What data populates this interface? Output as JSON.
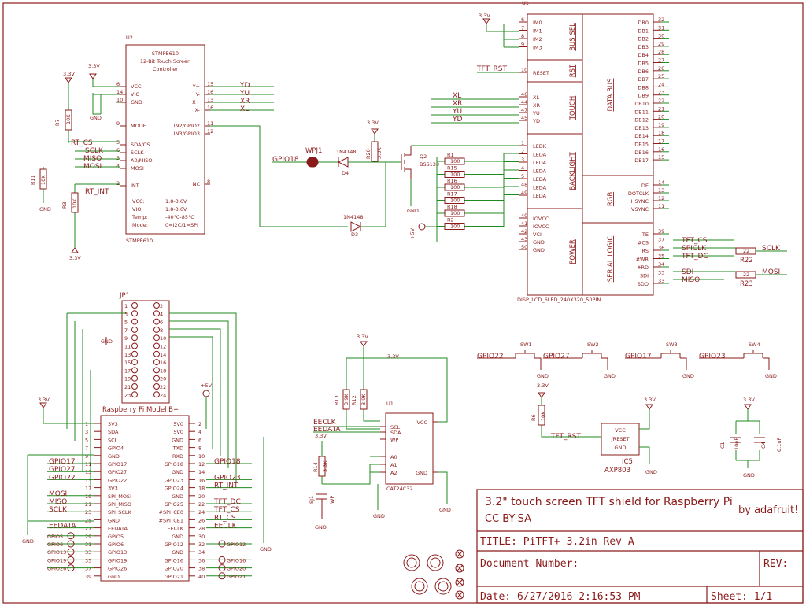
{
  "title_block": {
    "description_line1": "3.2\" touch screen TFT shield for Raspberry Pi",
    "description_line2": "CC BY-SA",
    "author": "by adafruit!",
    "title": "TITLE:  PiTFT+ 3.2in Rev A",
    "doc_number": "Document Number:",
    "rev": "REV:",
    "date": "Date: 6/27/2016 2:16:53 PM",
    "sheet": "Sheet: 1/1"
  },
  "u2": {
    "ref": "U2",
    "part": "STMPE610",
    "desc1": "12-Bit Touch Screen",
    "desc2": "Controller",
    "footer": "STMPE610",
    "pins_left": [
      "VCC",
      "VIO",
      "GND",
      "MODE",
      "SDA/CS",
      "SCLK",
      "A0/MISO",
      "MOSI",
      "INT"
    ],
    "pins_right": [
      "Y+",
      "Y-",
      "X+",
      "X-",
      "IN2/GPIO2",
      "IN3/GPIO3",
      "NC"
    ],
    "specs": [
      [
        "VCC:",
        "1.8-3.6V"
      ],
      [
        "VIO:",
        "1.8-3.6V"
      ],
      [
        "Temp:",
        "-40°C-85°C"
      ],
      [
        "Mode:",
        "0=I2C/1=SPI"
      ]
    ]
  },
  "u1": {
    "ref": "U1",
    "footer": "DISP_LCD_6LED_240X320_50PIN",
    "groups": [
      "BUS SEL",
      "RST",
      "TOUCH",
      "BACKLIGHT",
      "POWER",
      "DATA BUS",
      "RGB",
      "SERIAL LOGIC"
    ],
    "busSel": [
      "IM0",
      "IM1",
      "IM2",
      "IM3"
    ],
    "touch": [
      "XL",
      "XR",
      "YU",
      "YD"
    ],
    "backlight": [
      "LEDK",
      "LEDA",
      "LEDA",
      "LEDA",
      "LEDA",
      "LEDA",
      "LEDA"
    ],
    "power": [
      "IOVCC",
      "IOVCC",
      "VCI",
      "GND",
      "GND"
    ],
    "data": [
      "DB0",
      "DB1",
      "DB2",
      "DB3",
      "DB4",
      "DB5",
      "DB6",
      "DB7",
      "DB8",
      "DB9",
      "DB10",
      "DB11",
      "DB12",
      "DB13",
      "DB14",
      "DB15",
      "DB16",
      "DB17"
    ],
    "rgb": [
      "DE",
      "DOTCLK",
      "HSYNC",
      "VSYNC"
    ],
    "serial": [
      "TE",
      "#CS",
      "RS",
      "#WR",
      "#RD",
      "SDI",
      "SDO"
    ],
    "reset": "RESET"
  },
  "nets": {
    "v33": "3.3V",
    "v5": "+5V",
    "gnd": "GND",
    "rt_cs": "RT_CS",
    "sclk": "SCLK",
    "miso": "MISO",
    "mosi": "MOSI",
    "rt_int": "RT_INT",
    "gpio18": "GPIO18",
    "tft_rst": "TFT_RST",
    "tft_cs": "TFT_CS",
    "tft_dc": "TFT_DC",
    "spiclk": "SPICLK",
    "sdi": "SDI",
    "yd": "YD",
    "yu": "YU",
    "xr": "XR",
    "xl": "XL",
    "eeclk": "EECLK",
    "eedata": "EEDATA",
    "gpio22": "GPIO22",
    "gpio27": "GPIO27",
    "gpio17": "GPIO17",
    "gpio23": "GPIO23"
  },
  "parts": {
    "r7": "R7",
    "r7v": "10K",
    "r11": "R11",
    "r11v": "10K",
    "r3": "R3",
    "r3v": "10K",
    "wpj1": "WPJ1",
    "d4": "1N4148",
    "d4ref": "D4",
    "d3": "1N4148",
    "d3ref": "D3",
    "r20": "R20",
    "r20v": "3.3K",
    "q2": "Q2",
    "q2v": "BSS138",
    "led_res": [
      [
        "R1",
        "100"
      ],
      [
        "R15",
        "100"
      ],
      [
        "R16",
        "100"
      ],
      [
        "R17",
        "100"
      ],
      [
        "R18",
        "100"
      ],
      [
        "R2",
        "100"
      ]
    ],
    "r22": "R22",
    "r22v": "22",
    "r23": "R23",
    "r23v": "22",
    "jp1": "JP1",
    "rpi": "Raspberry Pi Model B+",
    "u1e": "U1",
    "eeprom": "CAT24C32",
    "eeprom_pins": [
      "SCL",
      "SDA",
      "WP",
      "A0",
      "A1",
      "A2",
      "VCC",
      "GND"
    ],
    "r13": "R13",
    "r12": "R12",
    "r14": "R14",
    "rkv": "3.9K",
    "r14v": "3.3K",
    "sj1": "SJ1",
    "wp": "WP",
    "sw": [
      "SW1",
      "SW2",
      "SW3",
      "SW4"
    ],
    "r6": "R6",
    "r6v": "10K",
    "ic5": "IC5",
    "ic5v": "AXP803",
    "ic5_pins": [
      "VCC",
      "/RESET",
      "GND"
    ],
    "c1": "C1",
    "c2": "C4",
    "cv": "10uF",
    "cv2": "0.1uF"
  },
  "rpi_left": [
    "3V3",
    "SDA",
    "SCL",
    "GPIO4",
    "GND",
    "GPIO17",
    "GPIO27",
    "GPIO22",
    "3V3",
    "SPI_MOSI",
    "SPI_MISO",
    "SPI_SCLK",
    "GND",
    "EEDATA",
    "GPIO5",
    "GPIO6",
    "GPIO13",
    "GPIO19",
    "GPIO26",
    "GND"
  ],
  "rpi_right": [
    "5V0",
    "5V0",
    "GND",
    "TXD",
    "RXD",
    "GPIO18",
    "GND",
    "GPIO23",
    "GPIO24",
    "GND",
    "GPIO25",
    "#SPI_CE0",
    "#SPI_CE1",
    "EECLK",
    "GND",
    "GPIO12",
    "GND",
    "GPIO16",
    "GPIO20",
    "GPIO21"
  ],
  "rpi_left_nets": [
    "",
    "",
    "",
    "",
    "",
    "GPIO17",
    "GPIO27",
    "GPIO22",
    "",
    "MOSI",
    "MISO",
    "SCLK",
    "",
    "EEDATA",
    "GPIO5",
    "GPIO6",
    "GPIO13",
    "GPIO19",
    "GPIO26",
    ""
  ],
  "rpi_right_nets": [
    "",
    "",
    "",
    "",
    "",
    "GPIO18",
    "",
    "GPIO23",
    "RT_INT",
    "",
    "TFT_DC",
    "TFT_CS",
    "RT_CS",
    "EECLK",
    "",
    "GPIO12",
    "",
    "GPIO16",
    "GPIO20",
    "GPIO21"
  ]
}
